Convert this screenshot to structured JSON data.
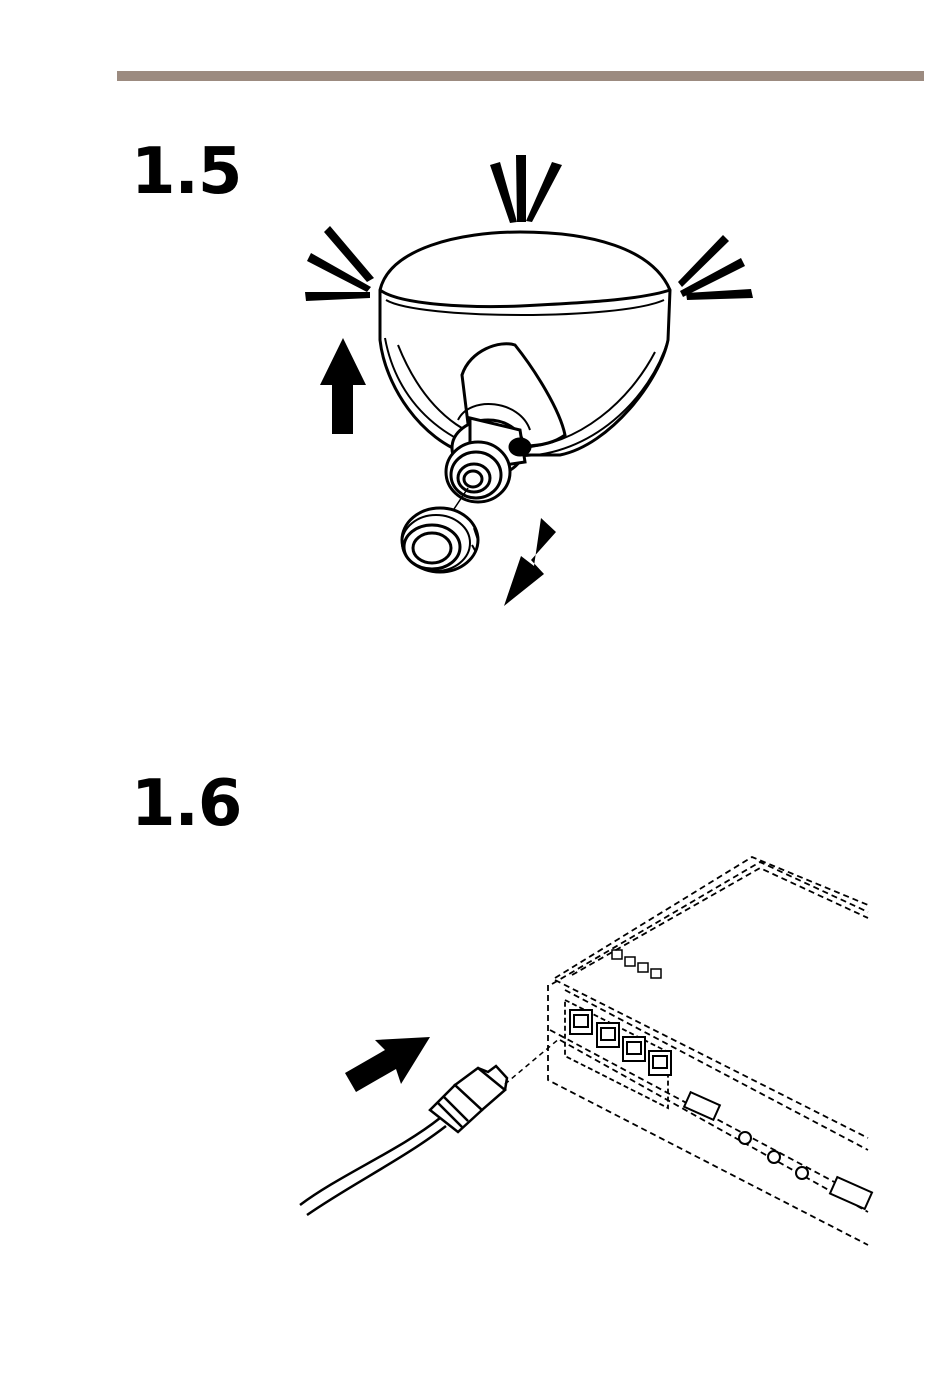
{
  "page": {
    "accent_color": "#9c8b80"
  },
  "steps": [
    {
      "number": "1.5",
      "illustration": "dome-camera-remove-lens-cap"
    },
    {
      "number": "1.6",
      "illustration": "connect-network-cable-to-unit"
    }
  ]
}
